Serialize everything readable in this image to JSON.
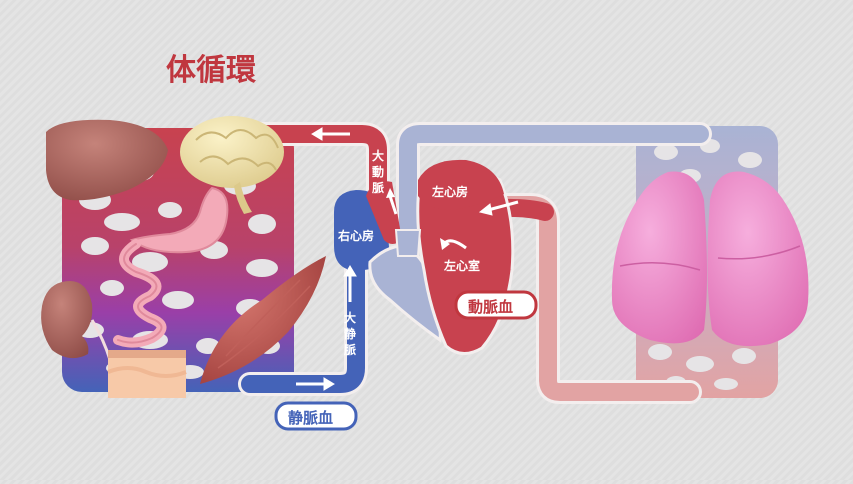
{
  "diagram": {
    "title": "体循環",
    "labels": {
      "aorta": "大動脈",
      "left_atrium": "左心房",
      "right_atrium": "右心房",
      "left_ventricle": "左心室",
      "vena_cava": "大静脈"
    },
    "badges": {
      "arterial": "動脈血",
      "venous": "静脈血"
    },
    "organs": [
      "liver-icon",
      "brain-icon",
      "stomach-icon",
      "intestine-icon",
      "kidney-icon",
      "skin-icon",
      "muscle-icon",
      "lungs-icon",
      "heart-icon"
    ],
    "colors": {
      "arterial": "#c8424f",
      "venous": "#4463b8",
      "mixed": "#9a3fa8",
      "pulmonary_artery": "#a9b3d4",
      "pulmonary_vein": "#e2a3a3",
      "title": "#c0373f",
      "lung": "#ea7fbf"
    }
  }
}
